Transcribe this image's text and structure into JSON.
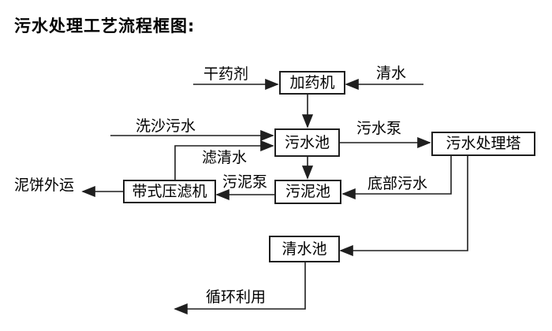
{
  "title": "污水处理工艺流程框图:",
  "diagram": {
    "nodes": {
      "dosing_machine": "加药机",
      "sewage_pool": "污水池",
      "treatment_tower": "污水处理塔",
      "sludge_pool": "污泥池",
      "belt_filter_press": "带式压滤机",
      "clear_water_pool": "清水池"
    },
    "labels": {
      "dry_chemical": "干药剂",
      "clear_water": "清水",
      "sand_wash_sewage": "洗沙污水",
      "filtered_water": "滤清水",
      "sewage_pump": "污水泵",
      "bottom_sewage": "底部污水",
      "sludge_pump": "污泥泵",
      "mud_cake_out": "泥饼外运",
      "recycling": "循环利用"
    },
    "edges": [
      {
        "from": "干药剂",
        "to": "加药机"
      },
      {
        "from": "清水",
        "to": "加药机"
      },
      {
        "from": "加药机",
        "to": "污水池"
      },
      {
        "from": "洗沙污水",
        "to": "污水池"
      },
      {
        "from": "带式压滤机",
        "to": "污水池",
        "label": "滤清水"
      },
      {
        "from": "污水池",
        "to": "污水处理塔",
        "label": "污水泵"
      },
      {
        "from": "污水池",
        "to": "污泥池"
      },
      {
        "from": "污水处理塔",
        "to": "污泥池",
        "label": "底部污水"
      },
      {
        "from": "污泥池",
        "to": "带式压滤机",
        "label": "污泥泵"
      },
      {
        "from": "带式压滤机",
        "to": "泥饼外运"
      },
      {
        "from": "污水处理塔",
        "to": "清水池"
      },
      {
        "from": "清水池",
        "to": "循环利用"
      }
    ]
  },
  "colors": {
    "line": "#1f1f1f",
    "text": "#000000",
    "background": "#ffffff"
  }
}
